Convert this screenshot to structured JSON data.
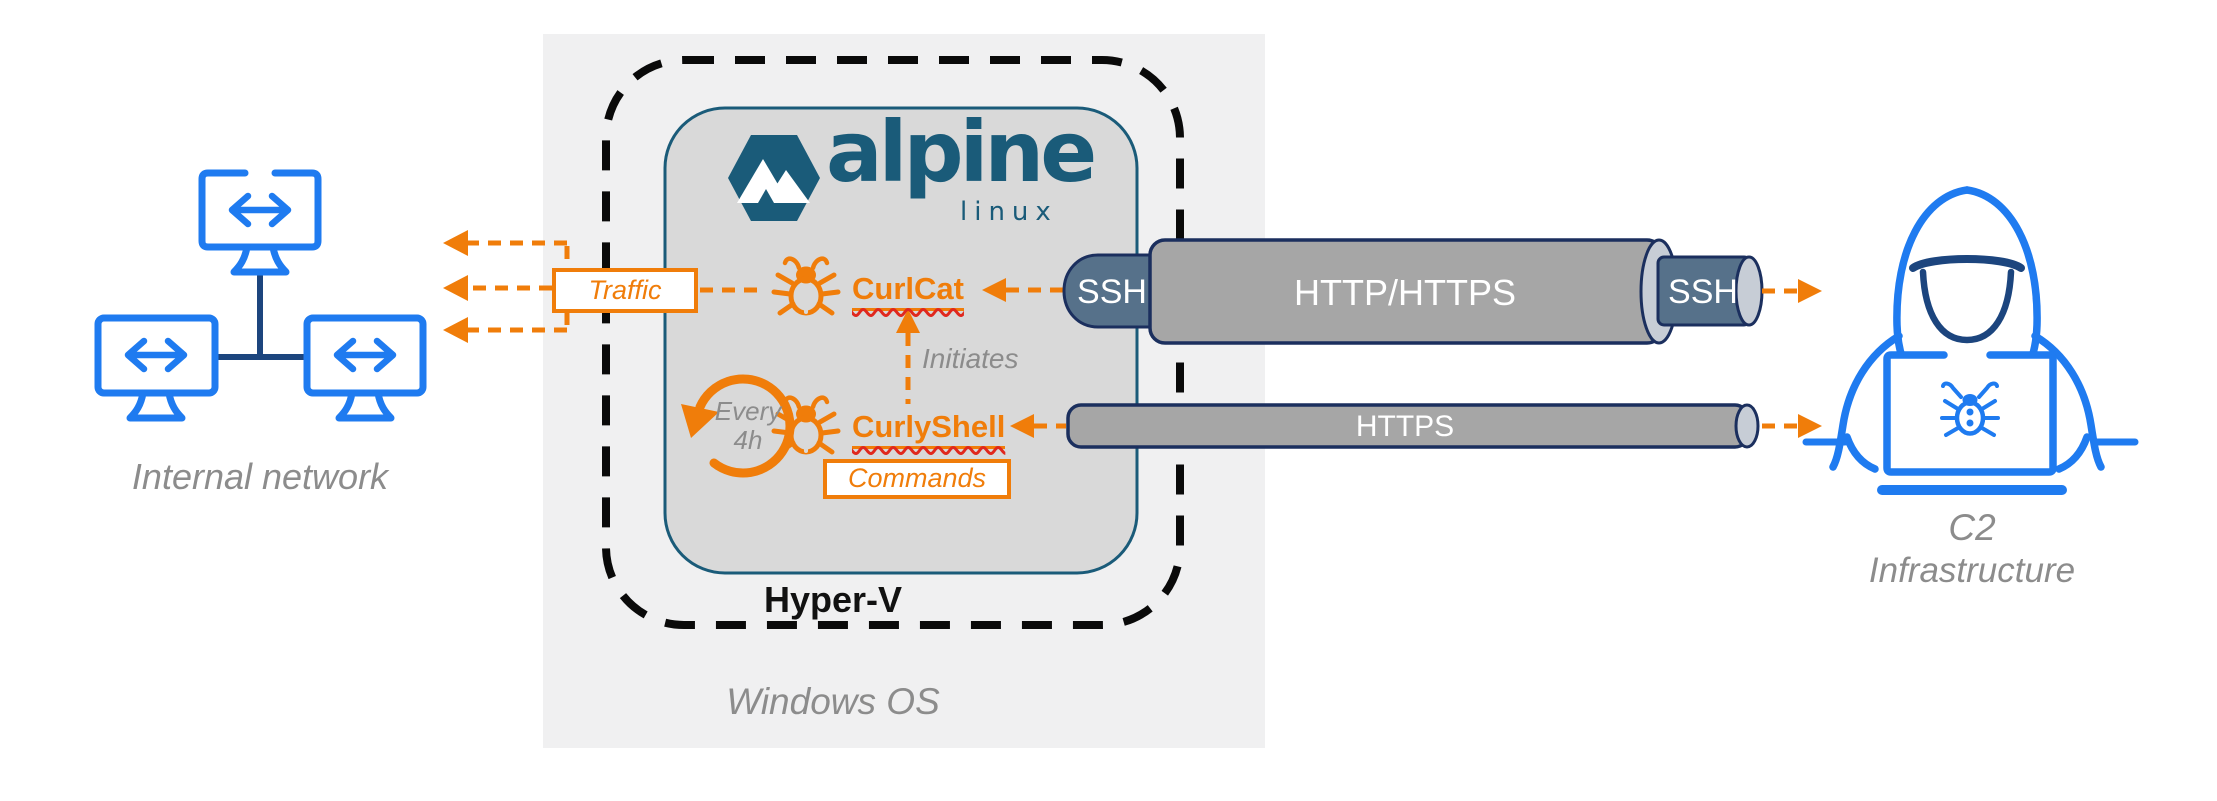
{
  "colors": {
    "orange": "#F07D0A",
    "red_squiggle": "#E0281E",
    "blue": "#1F7BF0",
    "navy": "#1C457E",
    "navy_dark": "#1B2F5E",
    "teal": "#1A5B79",
    "win_bg": "#F0F0F1",
    "vm_bg": "#D9D9D9",
    "tube_gray": "#A6A6A6",
    "tube_cap": "#C7CDD6",
    "ssh_slate": "#56718A",
    "gray_text": "#8C8C8C",
    "dash_black": "#0A0A0A"
  },
  "internal_network": {
    "label": "Internal network"
  },
  "host": {
    "hypervisor_label": "Hyper-V",
    "os_label": "Windows OS"
  },
  "vm": {
    "brand": "alpine",
    "brand_sub": "linux"
  },
  "malware": {
    "curlcat_name": "CurlCat",
    "curlyshell_name": "CurlyShell",
    "initiates_label": "Initiates",
    "schedule_line1": "Every",
    "schedule_line2": "4h",
    "traffic_label": "Traffic",
    "commands_label": "Commands"
  },
  "tunnels": {
    "ssh_left_label": "SSH",
    "http_https_label": "HTTP/HTTPS",
    "ssh_right_label": "SSH",
    "https_label": "HTTPS"
  },
  "c2": {
    "line1": "C2",
    "line2": "Infrastructure"
  }
}
